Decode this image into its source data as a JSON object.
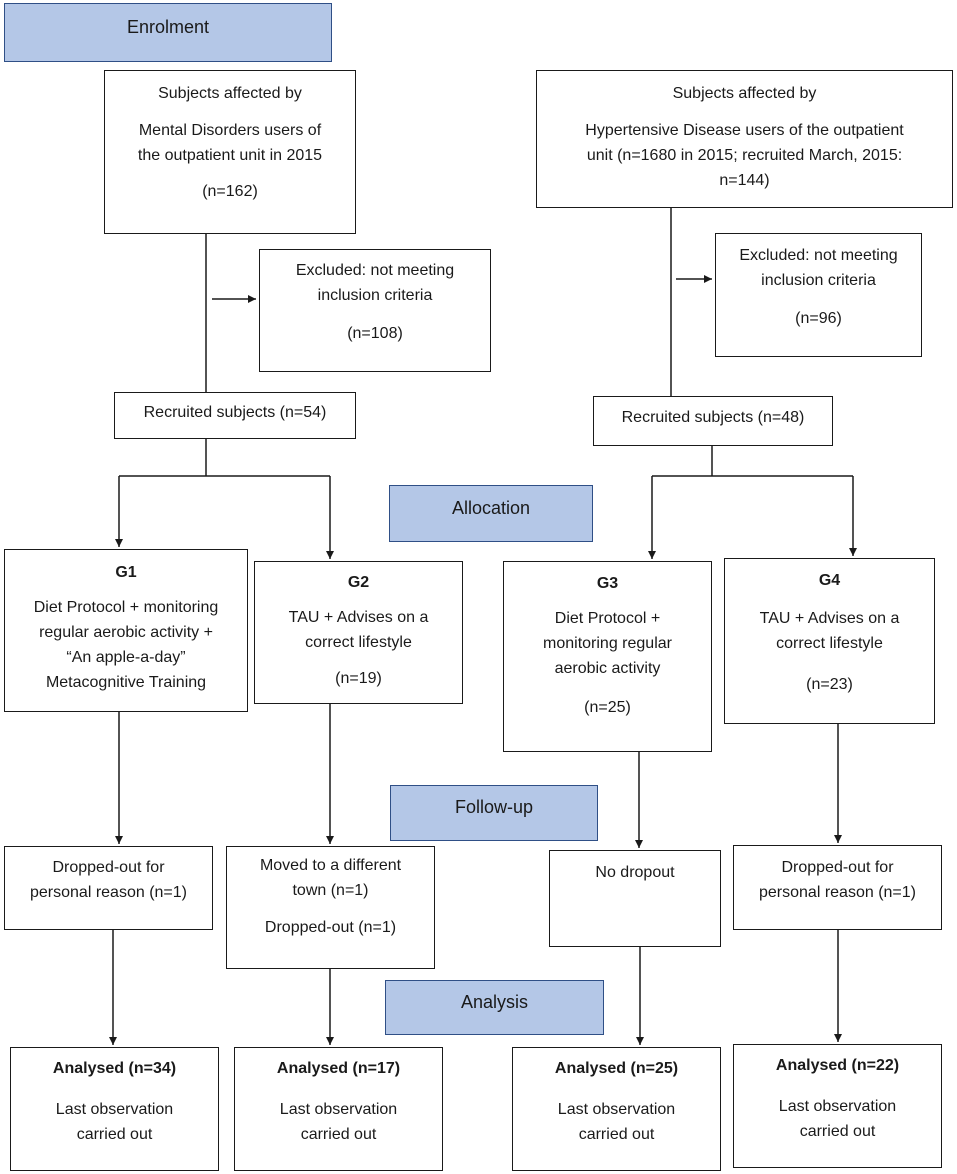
{
  "stages": {
    "enrolment": "Enrolment",
    "allocation": "Allocation",
    "followup": "Follow-up",
    "analysis": "Analysis"
  },
  "left_source": {
    "line1": "Subjects affected by",
    "line2": "Mental Disorders users of",
    "line3": "the outpatient unit in 2015",
    "n": "(n=162)"
  },
  "right_source": {
    "line1": "Subjects affected by",
    "line2": "Hypertensive Disease users of the outpatient",
    "line3": "unit (n=1680 in 2015; recruited March, 2015:",
    "line4": "n=144)"
  },
  "left_excluded": {
    "line1": "Excluded: not meeting",
    "line2": "inclusion criteria",
    "n": "(n=108)"
  },
  "right_excluded": {
    "line1": "Excluded: not meeting",
    "line2": "inclusion criteria",
    "n": "(n=96)"
  },
  "left_recruited": "Recruited subjects (n=54)",
  "right_recruited": "Recruited subjects (n=48)",
  "groups": {
    "g1": {
      "title": "G1",
      "line1": "Diet Protocol + monitoring",
      "line2": "regular aerobic activity +",
      "line3": "“An apple-a-day”",
      "line4": "Metacognitive Training"
    },
    "g2": {
      "title": "G2",
      "line1": "TAU + Advises on a",
      "line2": "correct lifestyle",
      "n": "(n=19)"
    },
    "g3": {
      "title": "G3",
      "line1": "Diet Protocol +",
      "line2": "monitoring regular",
      "line3": "aerobic activity",
      "n": "(n=25)"
    },
    "g4": {
      "title": "G4",
      "line1": "TAU + Advises on a",
      "line2": "correct lifestyle",
      "n": "(n=23)"
    }
  },
  "followup": {
    "g1": {
      "line1": "Dropped-out for",
      "line2": "personal reason (n=1)"
    },
    "g2": {
      "line1": "Moved to a different",
      "line2": "town (n=1)",
      "line3": "Dropped-out (n=1)"
    },
    "g3": {
      "line1": "No dropout"
    },
    "g4": {
      "line1": "Dropped-out for",
      "line2": "personal reason (n=1)"
    }
  },
  "analysis": {
    "g1": {
      "title": "Analysed (n=34)",
      "line1": "Last observation",
      "line2": "carried out"
    },
    "g2": {
      "title": "Analysed (n=17)",
      "line1": "Last observation",
      "line2": "carried out"
    },
    "g3": {
      "title": "Analysed (n=25)",
      "line1": "Last observation",
      "line2": "carried out"
    },
    "g4": {
      "title": "Analysed (n=22)",
      "line1": "Last observation",
      "line2": "carried out"
    }
  }
}
